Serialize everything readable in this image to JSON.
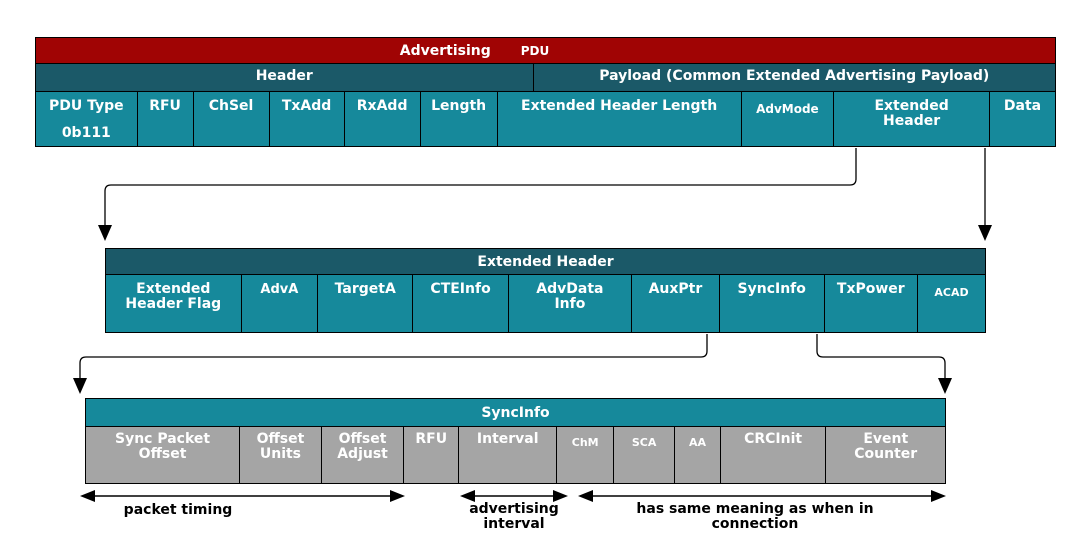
{
  "colors": {
    "red": "#a00404",
    "dark_teal": "#1b5968",
    "teal": "#16899b",
    "gray": "#a5a5a5",
    "line": "#000000",
    "text_light": "#ffffff",
    "text_dark": "#000000"
  },
  "pdu_table": {
    "title": "Advertising",
    "title_suffix": "PDU",
    "sections": [
      {
        "label": "Header"
      },
      {
        "label": "Payload (Common Extended Advertising Payload)"
      }
    ],
    "cells": [
      {
        "label": "PDU Type",
        "sub": "0b111"
      },
      {
        "label": "RFU"
      },
      {
        "label": "ChSel"
      },
      {
        "label": "TxAdd"
      },
      {
        "label": "RxAdd"
      },
      {
        "label": "Length"
      },
      {
        "label": "Extended Header Length"
      },
      {
        "label": "AdvMode"
      },
      {
        "label": "Extended Header"
      },
      {
        "label": "Data"
      }
    ]
  },
  "extended_header_table": {
    "title": "Extended Header",
    "cells": [
      {
        "label": "Extended Header Flag"
      },
      {
        "label": "AdvA"
      },
      {
        "label": "TargetA"
      },
      {
        "label": "CTEInfo"
      },
      {
        "label": "AdvData Info"
      },
      {
        "label": "AuxPtr"
      },
      {
        "label": "SyncInfo"
      },
      {
        "label": "TxPower"
      },
      {
        "label": "ACAD"
      }
    ]
  },
  "syncinfo_table": {
    "title": "SyncInfo",
    "cells": [
      {
        "label": "Sync Packet Offset"
      },
      {
        "label": "Offset Units"
      },
      {
        "label": "Offset Adjust"
      },
      {
        "label": "RFU"
      },
      {
        "label": "Interval"
      },
      {
        "label": "ChM"
      },
      {
        "label": "SCA"
      },
      {
        "label": "AA"
      },
      {
        "label": "CRCInit"
      },
      {
        "label": "Event Counter"
      }
    ]
  },
  "annotations": [
    {
      "label": "packet timing"
    },
    {
      "label": "advertising interval"
    },
    {
      "label": "has same meaning as when in connection"
    }
  ]
}
